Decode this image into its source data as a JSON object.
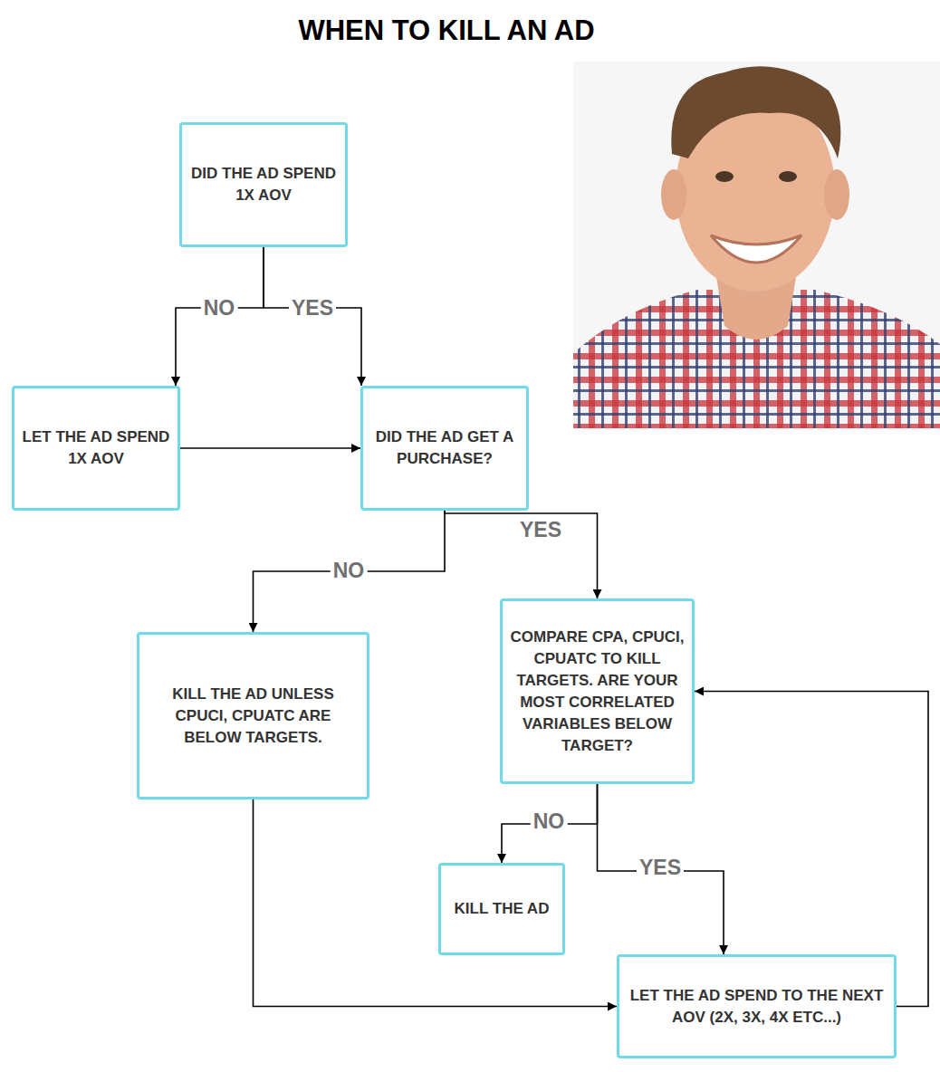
{
  "diagram": {
    "title": "WHEN TO KILL AN AD",
    "nodes": [
      {
        "text": [
          "DID THE AD SPEND 1X AOV"
        ]
      },
      {
        "text": [
          "LET THE AD SPEND 1X AOV"
        ]
      },
      {
        "text": [
          "DID THE AD GET A PURCHASE?"
        ]
      },
      {
        "text": [
          "KILL THE AD UNLESS CPUCI, CPUATC ARE BELOW TARGETS."
        ]
      },
      {
        "text": [
          "COMPARE CPA, CPUCI, CPUATC TO KILL TARGETS. ARE YOUR MOST CORRELATED VARIABLES BELOW TARGET?"
        ]
      },
      {
        "text": [
          "KILL THE AD"
        ]
      },
      {
        "text": [
          "LET THE AD SPEND TO THE NEXT AOV (2X, 3X, 4X ETC...)"
        ]
      }
    ],
    "edges": [
      {
        "from": 0,
        "to": 1,
        "arrow": "to",
        "label": "NO"
      },
      {
        "from": 0,
        "to": 2,
        "arrow": "to",
        "label": "YES"
      },
      {
        "from": 1,
        "to": 2,
        "arrow": "to"
      },
      {
        "from": 2,
        "to": 3,
        "arrow": "to",
        "label": "NO"
      },
      {
        "from": 2,
        "to": 4,
        "arrow": "to",
        "label": "YES"
      },
      {
        "from": 4,
        "to": 5,
        "arrow": "to",
        "label": "NO"
      },
      {
        "from": 4,
        "to": 6,
        "arrow": "to",
        "label": "YES"
      },
      {
        "from": 3,
        "to": 6,
        "arrow": "to"
      },
      {
        "from": 6,
        "to": 4,
        "arrow": "to"
      }
    ]
  }
}
